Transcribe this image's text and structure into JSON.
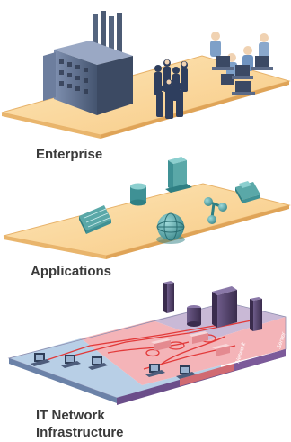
{
  "layers": {
    "enterprise": {
      "label": "Enterprise"
    },
    "applications": {
      "label": "Applications"
    },
    "it_network": {
      "label_line1": "IT Network",
      "label_line2": "Infrastructure"
    }
  },
  "network_zones": {
    "client": "Client",
    "network": "Network",
    "server": "Server"
  },
  "colors": {
    "platform": "#fbd79c",
    "platform_edge": "#e9b56c",
    "app_object": "#5aa8a8",
    "network_server_zone": "#c9b9d6",
    "network_network_zone": "#f4b4b8",
    "network_client_zone": "#b8cfe6",
    "network_edge": "#6b4e8a",
    "network_lines": "#e23a3a",
    "building": "#5e6f8e",
    "server_device": "#4d3e63"
  },
  "icons": [
    "factory-building",
    "walking-people-group",
    "office-workers-at-desks",
    "database-cylinder",
    "server-tower",
    "spreadsheet-tablet",
    "folder-card",
    "network-node",
    "globe-sphere",
    "server-tower",
    "client-computer"
  ]
}
